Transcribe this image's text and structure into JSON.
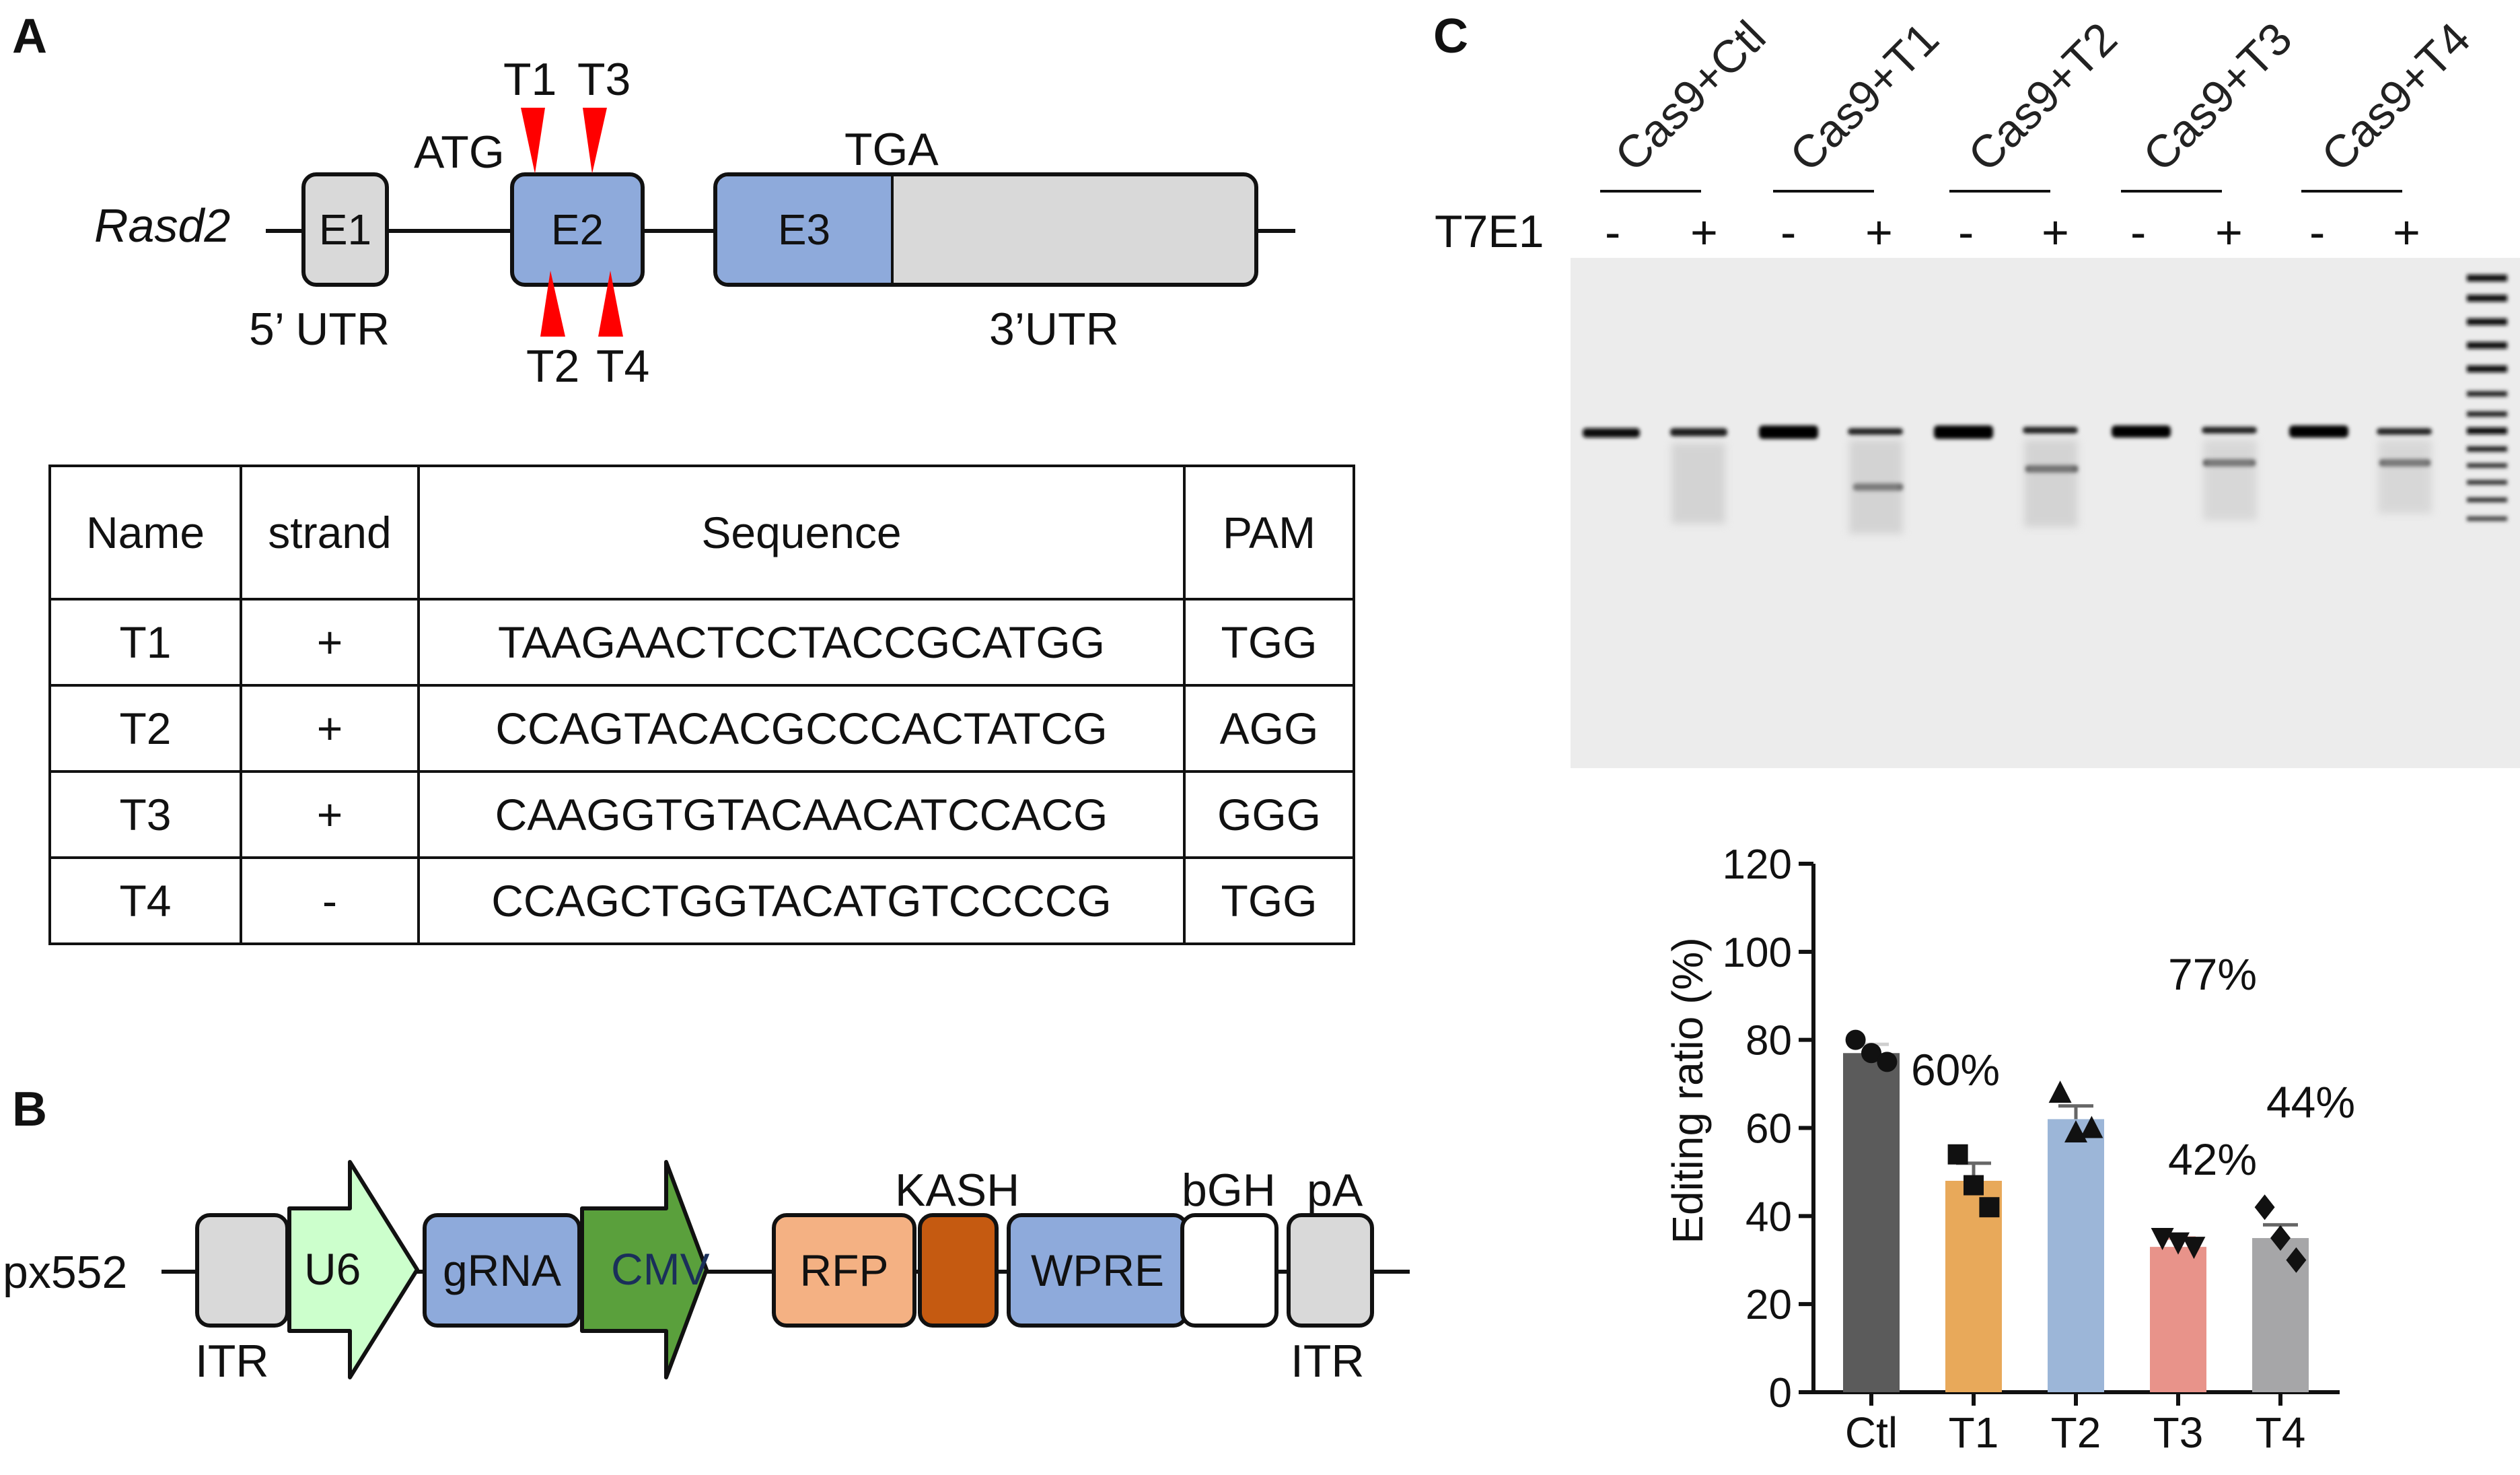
{
  "panels": {
    "a": "A",
    "b": "B",
    "c": "C"
  },
  "gene_map": {
    "gene_name": "Rasd2",
    "exons": [
      "E1",
      "E2",
      "E3"
    ],
    "utr5": "5’ UTR",
    "utr3": "3’UTR",
    "start_codon": "ATG",
    "stop_codon": "TGA",
    "targets_top": [
      "T1",
      "T3"
    ],
    "targets_bottom": [
      "T2",
      "T4"
    ]
  },
  "sequence_table": {
    "headers": [
      "Name",
      "strand",
      "Sequence",
      "PAM"
    ],
    "rows": [
      [
        "T1",
        "+",
        "TAAGAACTCCTACCGCATGG",
        "TGG"
      ],
      [
        "T2",
        "+",
        "CCAGTACACGCCCACTATCG",
        "AGG"
      ],
      [
        "T3",
        "+",
        "CAAGGTGTACAACATCCACG",
        "GGG"
      ],
      [
        "T4",
        "-",
        "CCAGCTGGTACATGTCCCCG",
        "TGG"
      ]
    ]
  },
  "vector": {
    "name": "px552",
    "itr_left": "ITR",
    "u6": "U6",
    "grna": "gRNA",
    "cmv": "CMV",
    "rfp": "RFP",
    "kash": "KASH",
    "wpre": "WPRE",
    "bgh": "bGH",
    "pa": "pA",
    "itr_right": "ITR"
  },
  "gel": {
    "lane_groups": [
      "Cas9+Ctl",
      "Cas9+T1",
      "Cas9+T2",
      "Cas9+T3",
      "Cas9+T4"
    ],
    "enzyme_label": "T7E1",
    "minus": "-",
    "plus": "+"
  },
  "chart_data": {
    "type": "bar",
    "categories": [
      "Ctl",
      "T1",
      "T2",
      "T3",
      "T4"
    ],
    "values": [
      77,
      48,
      62,
      33,
      35
    ],
    "errors": [
      2,
      4,
      3,
      2,
      3
    ],
    "points": [
      [
        80,
        77,
        75
      ],
      [
        54,
        47,
        42
      ],
      [
        68,
        59,
        60
      ],
      [
        35,
        34,
        33
      ],
      [
        42,
        35,
        30
      ]
    ],
    "markers": [
      "circle",
      "square",
      "triangle-up",
      "triangle-down",
      "diamond"
    ],
    "bar_colors": [
      "#5b5b5b",
      "#e8a95a",
      "#9cb6d8",
      "#e8938a",
      "#a6a6a8"
    ],
    "annotations": [
      "77%",
      "60%",
      "42%",
      "44%"
    ],
    "ylabel": "Editing ratio  (%)",
    "ylim": [
      0,
      120
    ],
    "yticks": [
      0,
      20,
      40,
      60,
      80,
      100,
      120
    ]
  }
}
